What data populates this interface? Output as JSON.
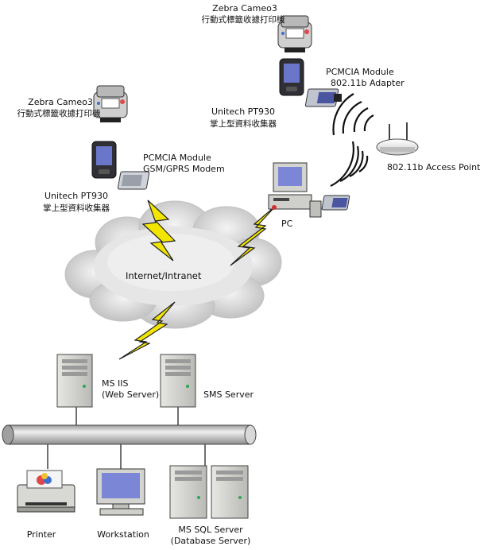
{
  "nodes": {
    "printer_top": {
      "name": "Zebra Cameo3",
      "desc": "行動式標籤收據打印機"
    },
    "handheld_top": {
      "name": "Unitech PT930",
      "desc": "掌上型資料收集器"
    },
    "wifi_card": {
      "line1": "PCMCIA Module",
      "line2": "802.11b Adapter"
    },
    "access_point": {
      "name": "802.11b Access Point"
    },
    "printer_left": {
      "name": "Zebra Cameo3",
      "desc": "行動式標籤收據打印機"
    },
    "handheld_left": {
      "name": "Unitech PT930",
      "desc": "掌上型資料收集器"
    },
    "gprs_card": {
      "line1": "PCMCIA Module",
      "line2": "GSM/GPRS Modem"
    },
    "pc": {
      "name": "PC"
    },
    "cloud": {
      "name": "Internet/Intranet"
    },
    "iis": {
      "line1": "MS IIS",
      "line2": "(Web Server)"
    },
    "sms": {
      "name": "SMS Server"
    },
    "lan_printer": {
      "name": "Printer"
    },
    "workstation": {
      "name": "Workstation"
    },
    "sql": {
      "line1": "MS SQL Server",
      "line2": "(Database Server)"
    }
  },
  "colors": {
    "bolt": "#f2e600",
    "cloud": "#d4d4d4",
    "server": "#d9d9d6",
    "bus": "#c8c8c8",
    "screen": "#7b86d6"
  }
}
